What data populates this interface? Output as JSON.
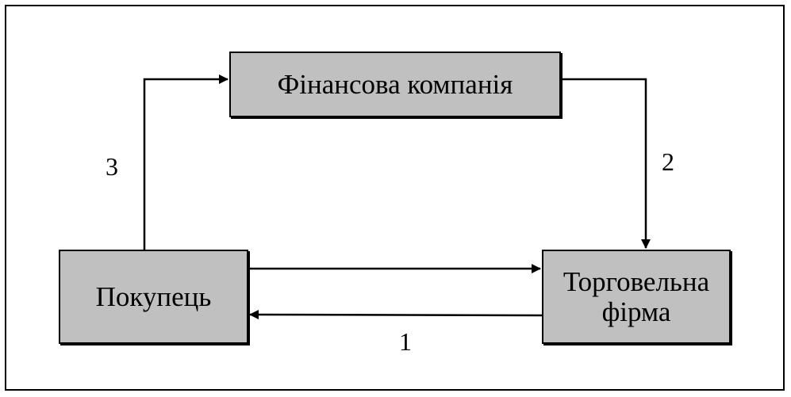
{
  "diagram": {
    "nodes": {
      "finance_company": "Фінансова компанія",
      "buyer": "Покупець",
      "trade_firm": "Торговельна\nфірма"
    },
    "edges": {
      "label_1": "1",
      "label_2": "2",
      "label_3": "3"
    },
    "colors": {
      "box_fill": "#c0c0c0",
      "line": "#000000"
    }
  }
}
